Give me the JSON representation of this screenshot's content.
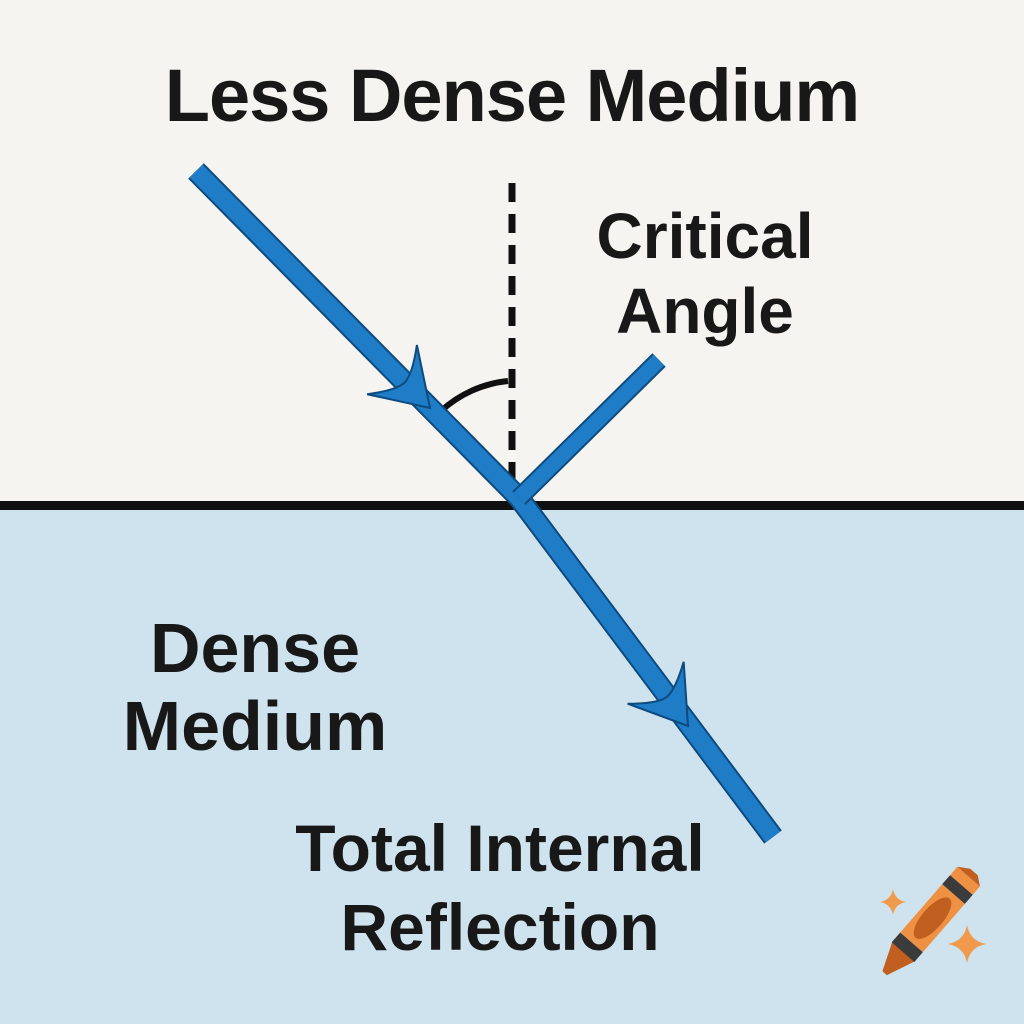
{
  "diagram_type": "physics-optics-total-internal-reflection",
  "labels": {
    "less_dense_medium": "Less Dense Medium",
    "critical_angle_line1": "Critical",
    "critical_angle_line2": "Angle",
    "dense_medium_line1": "Dense",
    "dense_medium_line2": "Medium",
    "total_internal_reflection_line1": "Total Internal",
    "total_internal_reflection_line2": "Reflection"
  },
  "colors": {
    "upper_bg": "#f5f4f0",
    "lower_bg": "#cfe3ef",
    "ray_blue": "#1e7dc6",
    "ray_edge": "#0e4a7d",
    "line_black": "#101010",
    "text_black": "#181818",
    "crayon_orange": "#ef9143",
    "crayon_dark_orange": "#c05f1f",
    "crayon_band": "#3b3b3b",
    "sparkle": "#f09a4e"
  },
  "icons": {
    "watermark": "crayon-with-sparkles"
  }
}
